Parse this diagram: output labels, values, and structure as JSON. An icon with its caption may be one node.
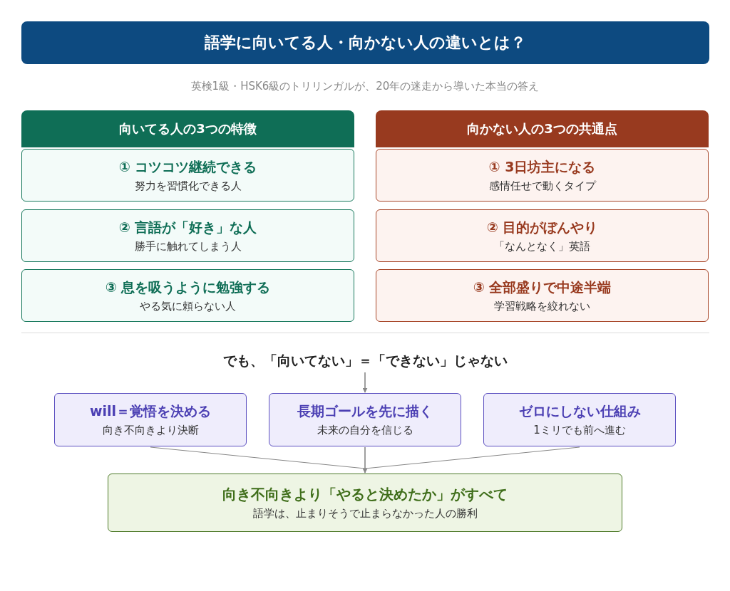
{
  "diagram": {
    "title": "語学に向いてる人・向かない人の違いとは？",
    "labels": [
      "英検1級・HSK6級のトリリンガルが、20年の迷走から導いた本当の答え"
    ],
    "nodes": [
      {
        "text": [
          "向いてる人の3つの特徴"
        ]
      },
      {
        "text": [
          "① コツコツ継続できる",
          "努力を習慣化できる人"
        ]
      },
      {
        "text": [
          "② 言語が「好き」な人",
          "勝手に触れてしまう人"
        ]
      },
      {
        "text": [
          "③ 息を吸うように勉強する",
          "やる気に頼らない人"
        ]
      },
      {
        "text": [
          "向かない人の3つの共通点"
        ]
      },
      {
        "text": [
          "① 3日坊主になる",
          "感情任せで動くタイプ"
        ]
      },
      {
        "text": [
          "② 目的がぼんやり",
          "「なんとなく」英語"
        ]
      },
      {
        "text": [
          "③ 全部盛りで中途半端",
          "学習戦略を絞れない"
        ]
      },
      {
        "text": [
          "でも、「向いてない」＝「できない」じゃない"
        ]
      },
      {
        "text": [
          "will＝覚悟を決める",
          "向き不向きより決断"
        ]
      },
      {
        "text": [
          "長期ゴールを先に描く",
          "未来の自分を信じる"
        ]
      },
      {
        "text": [
          "ゼロにしない仕組み",
          "1ミリでも前へ進む"
        ]
      },
      {
        "text": [
          "向き不向きより「やると決めたか」がすべて",
          "語学は、止まりそうで止まらなかった人の勝利"
        ]
      }
    ],
    "edges": [
      {
        "from": 8,
        "to": 10,
        "arrow": "to"
      },
      {
        "from": 9,
        "to": 12,
        "arrow": "none"
      },
      {
        "from": 10,
        "to": 12,
        "arrow": "to"
      },
      {
        "from": 11,
        "to": 12,
        "arrow": "none"
      }
    ]
  }
}
